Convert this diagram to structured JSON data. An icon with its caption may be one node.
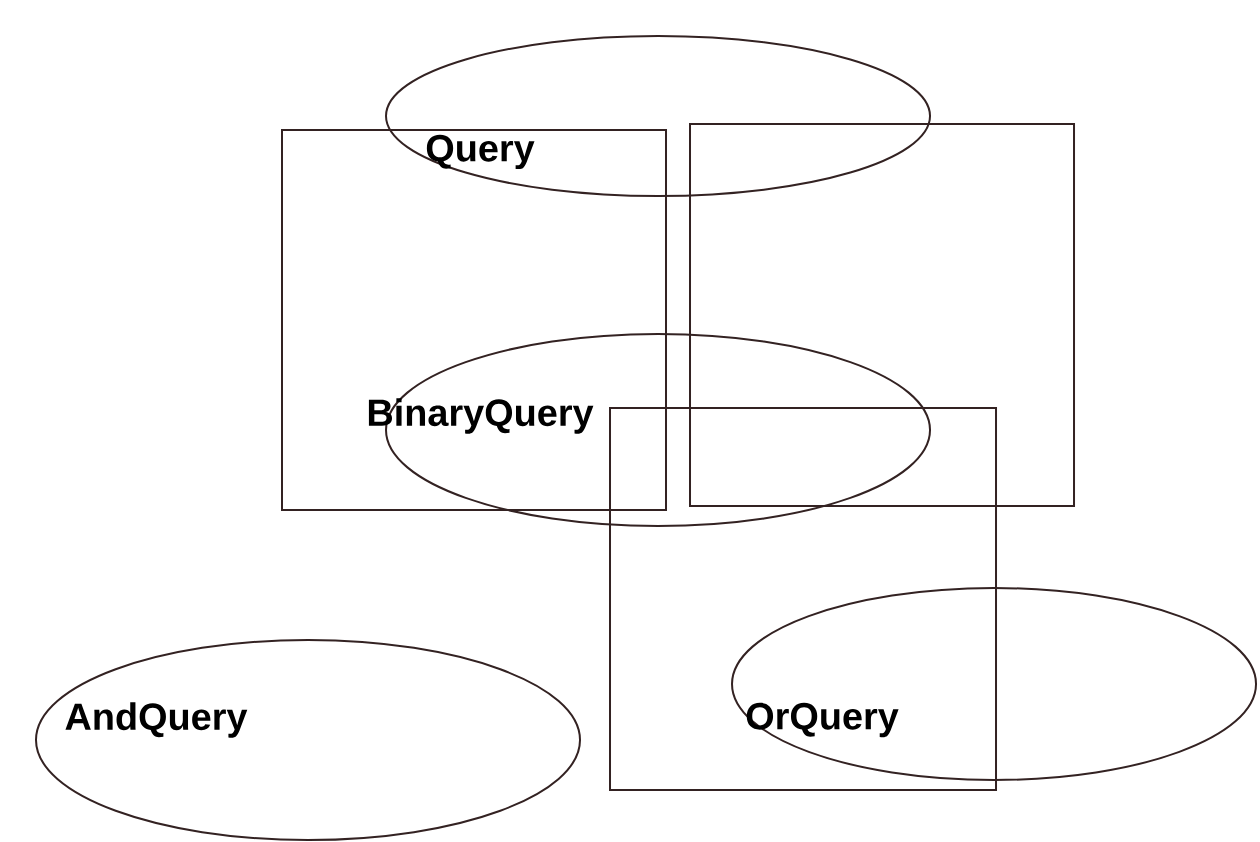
{
  "diagram": {
    "nodes": [
      {
        "text": [
          "Query"
        ]
      },
      {
        "text": [
          "BinaryQuery"
        ]
      },
      {
        "text": [
          "AndQuery"
        ]
      },
      {
        "text": [
          "OrQuery"
        ]
      },
      {
        "text": [],
        "shape": "box"
      },
      {
        "text": [],
        "shape": "box"
      },
      {
        "text": [],
        "shape": "box"
      }
    ]
  }
}
